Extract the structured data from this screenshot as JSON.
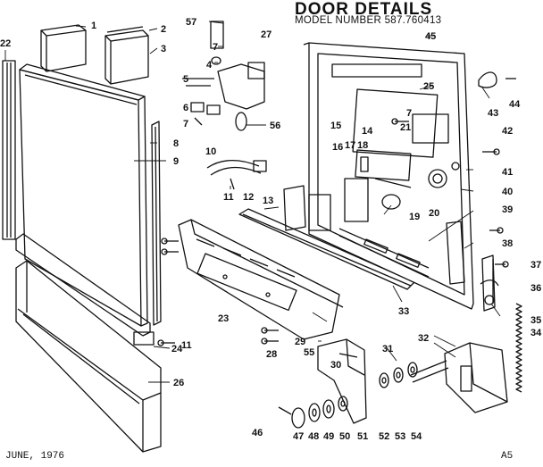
{
  "header": {
    "title": "DOOR DETAILS",
    "model": "MODEL NUMBER 587.760413"
  },
  "footer": {
    "date": "JUNE, 1976",
    "page_code": "A5"
  },
  "part_numbers": [
    "1",
    "2",
    "3",
    "4",
    "5",
    "6",
    "7",
    "7",
    "7",
    "8",
    "9",
    "10",
    "11",
    "11",
    "12",
    "13",
    "14",
    "15",
    "16",
    "17",
    "18",
    "19",
    "20",
    "21",
    "22",
    "23",
    "24",
    "25",
    "26",
    "27",
    "28",
    "29",
    "30",
    "31",
    "32",
    "33",
    "34",
    "35",
    "36",
    "37",
    "38",
    "39",
    "40",
    "41",
    "42",
    "43",
    "44",
    "45",
    "46",
    "47",
    "48",
    "49",
    "50",
    "51",
    "52",
    "53",
    "54",
    "55",
    "56",
    "57"
  ],
  "colors": {
    "ink": "#111111",
    "paper": "#ffffff"
  }
}
